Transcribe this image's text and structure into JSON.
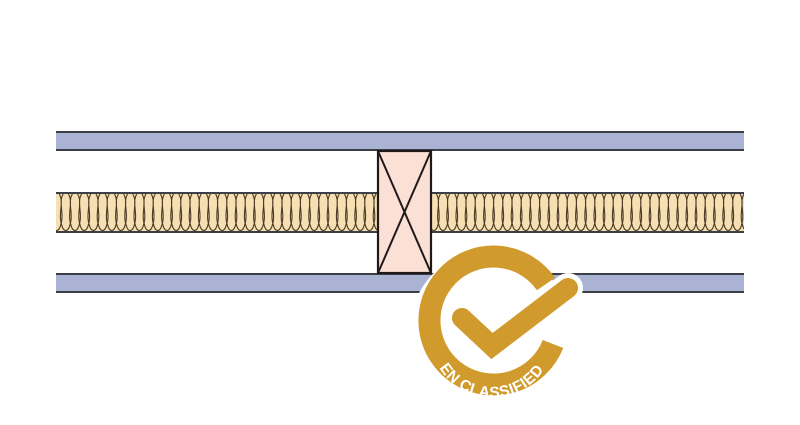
{
  "diagram": {
    "title": "Wall section: plasterboard, insulation, timber stud",
    "colors": {
      "background": "#ffffff",
      "board_fill": "#abb3d4",
      "board_edge": "#3d3f48",
      "insulation_fill": "#f6dfb2",
      "insulation_line": "#4a3a26",
      "stud_fill": "#fbe0d6",
      "stud_line": "#1e1a1a",
      "badge_gold": "#d09a2c",
      "badge_text": "#ffffff"
    },
    "layers": [
      {
        "name": "top-board",
        "type": "plasterboard"
      },
      {
        "name": "insulation",
        "type": "mineral-wool insulation"
      },
      {
        "name": "bottom-board",
        "type": "plasterboard"
      }
    ],
    "stud": {
      "type": "timber stud (cross-section)"
    }
  },
  "badge": {
    "text": "EN CLASSIFIED",
    "icon": "check-icon"
  }
}
